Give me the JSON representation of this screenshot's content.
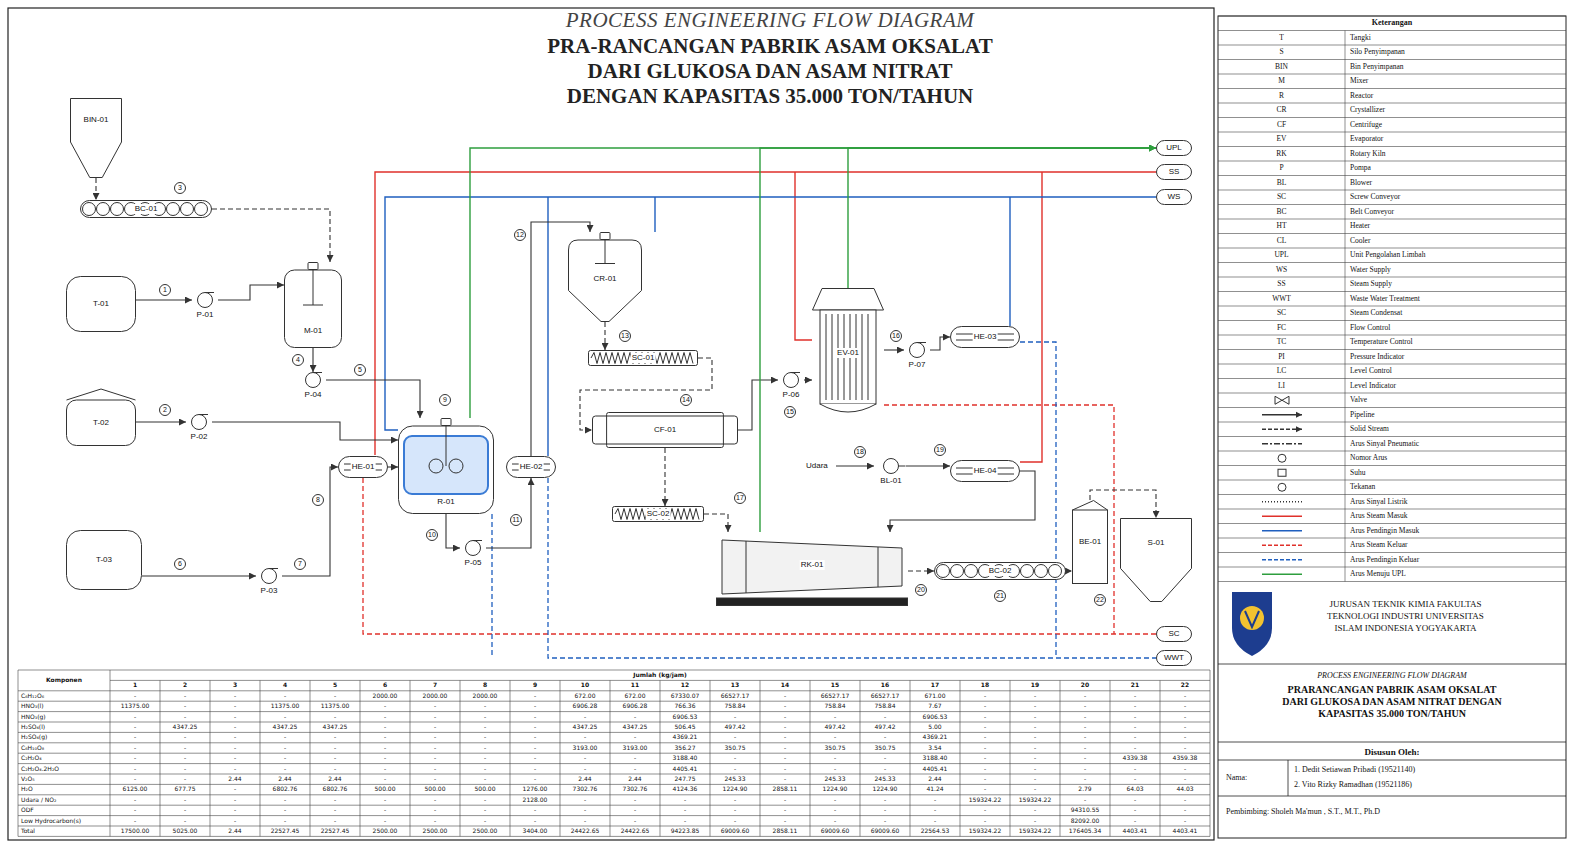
{
  "diagram": {
    "title": "PROCESS ENGINEERING FLOW DIAGRAM",
    "nodes": [
      {
        "text": [
          "BIN-01"
        ]
      },
      {
        "text": [
          "BC-01"
        ]
      },
      {
        "text": [
          "T-01"
        ]
      },
      {
        "text": [
          "T-02"
        ]
      },
      {
        "text": [
          "T-03"
        ]
      },
      {
        "text": [
          "M-01"
        ]
      },
      {
        "text": [
          "P-01"
        ]
      },
      {
        "text": [
          "P-02"
        ]
      },
      {
        "text": [
          "P-03"
        ]
      },
      {
        "text": [
          "P-04"
        ]
      },
      {
        "text": [
          "R-01"
        ]
      },
      {
        "text": [
          "HE-01"
        ]
      },
      {
        "text": [
          "P-05"
        ]
      },
      {
        "text": [
          "HE-02"
        ]
      },
      {
        "text": [
          "CR-01"
        ]
      },
      {
        "text": [
          "SC-01"
        ]
      },
      {
        "text": [
          "CF-01"
        ]
      },
      {
        "text": [
          "SC-02"
        ]
      },
      {
        "text": [
          "P-06"
        ]
      },
      {
        "text": [
          "EV-01"
        ]
      },
      {
        "text": [
          "P-07"
        ]
      },
      {
        "text": [
          "HE-03"
        ]
      },
      {
        "text": [
          "BL-01"
        ]
      },
      {
        "text": [
          "HE-04"
        ]
      },
      {
        "text": [
          "RK-01"
        ]
      },
      {
        "text": [
          "BC-02"
        ]
      },
      {
        "text": [
          "BE-01"
        ]
      },
      {
        "text": [
          "S-01"
        ]
      },
      {
        "text": [
          "UPL"
        ]
      },
      {
        "text": [
          "SS"
        ]
      },
      {
        "text": [
          "WS"
        ]
      },
      {
        "text": [
          "SC"
        ]
      },
      {
        "text": [
          "WWT"
        ]
      }
    ],
    "edges": [
      {
        "from": 0,
        "to": 1,
        "arrow": "to"
      },
      {
        "from": 1,
        "to": 5,
        "arrow": "to"
      },
      {
        "from": 2,
        "to": 6,
        "arrow": "to"
      },
      {
        "from": 6,
        "to": 5,
        "arrow": "to"
      },
      {
        "from": 5,
        "to": 9,
        "arrow": "to"
      },
      {
        "from": 9,
        "to": 10,
        "arrow": "to"
      },
      {
        "from": 3,
        "to": 7,
        "arrow": "to"
      },
      {
        "from": 7,
        "to": 10,
        "arrow": "to"
      },
      {
        "from": 4,
        "to": 8,
        "arrow": "to"
      },
      {
        "from": 8,
        "to": 11,
        "arrow": "to"
      },
      {
        "from": 11,
        "to": 10,
        "arrow": "to"
      },
      {
        "from": 10,
        "to": 12,
        "arrow": "to"
      },
      {
        "from": 12,
        "to": 13,
        "arrow": "to"
      },
      {
        "from": 13,
        "to": 14,
        "arrow": "to"
      },
      {
        "from": 14,
        "to": 15,
        "arrow": "to"
      },
      {
        "from": 15,
        "to": 16,
        "arrow": "to"
      },
      {
        "from": 16,
        "to": 17,
        "arrow": "to"
      },
      {
        "from": 17,
        "to": 24,
        "arrow": "to"
      },
      {
        "from": 16,
        "to": 18,
        "arrow": "to"
      },
      {
        "from": 18,
        "to": 19,
        "arrow": "to"
      },
      {
        "from": 19,
        "to": 20,
        "arrow": "to"
      },
      {
        "from": 20,
        "to": 21,
        "arrow": "to"
      },
      {
        "from": 22,
        "to": 23,
        "arrow": "to"
      },
      {
        "from": 23,
        "to": 24,
        "arrow": "to"
      },
      {
        "from": 24,
        "to": 25,
        "arrow": "to"
      },
      {
        "from": 25,
        "to": 26,
        "arrow": "to"
      },
      {
        "from": 26,
        "to": 27,
        "arrow": "to"
      },
      {
        "from": 19,
        "to": 28,
        "arrow": "to"
      },
      {
        "from": 24,
        "to": 28,
        "arrow": "to"
      },
      {
        "from": 10,
        "to": 28,
        "arrow": "to"
      }
    ],
    "labels": [
      "PRA-RANCANGAN PABRIK ASAM OKSALAT",
      "DARI GLUKOSA DAN ASAM NITRAT",
      "DENGAN KAPASITAS 35.000 TON/TAHUN",
      "Udara",
      "1",
      "2",
      "3",
      "4",
      "5",
      "6",
      "7",
      "8",
      "9",
      "10",
      "11",
      "12",
      "13",
      "14",
      "15",
      "16",
      "17",
      "18",
      "19",
      "20",
      "21",
      "22",
      "Keterangan",
      "T",
      "S",
      "BIN",
      "M",
      "R",
      "CR",
      "CF",
      "EV",
      "RK",
      "P",
      "BL",
      "SC",
      "BC",
      "HT",
      "CL",
      "UPL",
      "WS",
      "SS",
      "WWT",
      "SC",
      "FC",
      "TC",
      "PI",
      "LC",
      "LI",
      "JURUSAN TEKNIK KIMIA FAKULTAS TEKNOLOGI INDUSTRI UNIVERSITAS ISLAM INDONESIA YOGYAKARTA",
      "PROCESS ENGINEERING FLOW DIAGRAM",
      "PRARANCANGAN PABRIK ASAM OKSALAT DARI GLUKOSA DAN ASAM NITRAT DENGAN KAPASITAS 35.000 TON/TAHUN",
      "Disusun Oleh:",
      "Nama:",
      "1. Dedit Setiawan Pribadi (19521140)",
      "2. Vito Rizky Ramadhan (19521186)",
      "Pembimbing: Sholeh Ma'mun , S.T., M.T., Ph.D",
      "Komponen",
      "Jumlah (kg/jam)",
      "1",
      "2",
      "3",
      "4",
      "5",
      "6",
      "7",
      "8",
      "9",
      "10",
      "11",
      "12",
      "13",
      "14",
      "15",
      "16",
      "17",
      "18",
      "19",
      "20",
      "21",
      "22",
      "C₆H₁₂O₆",
      "-",
      "-",
      "-",
      "-",
      "-",
      "2000.00",
      "2000.00",
      "2000.00",
      "-",
      "672.00",
      "672.00",
      "67330.07",
      "66527.17",
      "-",
      "66527.17",
      "66527.17",
      "671.00",
      "-",
      "-",
      "-",
      "-",
      "-",
      "HNO₃(l)",
      "11375.00",
      "-",
      "-",
      "11375.00",
      "11375.00",
      "-",
      "-",
      "-",
      "-",
      "6906.28",
      "6906.28",
      "766.36",
      "758.84",
      "-",
      "758.84",
      "758.84",
      "7.67",
      "-",
      "-",
      "-",
      "-",
      "-",
      "HNO₃(g)",
      "-",
      "-",
      "-",
      "-",
      "-",
      "-",
      "-",
      "-",
      "-",
      "-",
      "-",
      "6906.53",
      "-",
      "-",
      "-",
      "-",
      "6906.53",
      "-",
      "-",
      "-",
      "-",
      "-",
      "H₂SO₄(l)",
      "-",
      "4347.25",
      "-",
      "4347.25",
      "4347.25",
      "-",
      "-",
      "-",
      "-",
      "4347.25",
      "4347.25",
      "506.45",
      "497.42",
      "-",
      "497.42",
      "497.42",
      "5.00",
      "-",
      "-",
      "-",
      "-",
      "-",
      "H₂SO₄(g)",
      "-",
      "-",
      "-",
      "-",
      "-",
      "-",
      "-",
      "-",
      "-",
      "-",
      "-",
      "4369.21",
      "-",
      "-",
      "-",
      "-",
      "4369.21",
      "-",
      "-",
      "-",
      "-",
      "-",
      "C₆H₁₀O₈",
      "-",
      "-",
      "-",
      "-",
      "-",
      "-",
      "-",
      "-",
      "-",
      "3193.00",
      "3193.00",
      "356.27",
      "350.75",
      "-",
      "350.75",
      "350.75",
      "3.54",
      "-",
      "-",
      "-",
      "-",
      "-",
      "C₂H₂O₄",
      "-",
      "-",
      "-",
      "-",
      "-",
      "-",
      "-",
      "-",
      "-",
      "-",
      "-",
      "3188.40",
      "-",
      "-",
      "-",
      "-",
      "3188.40",
      "-",
      "-",
      "-",
      "4339.38",
      "4359.38",
      "C₂H₂O₄.2H₂O",
      "-",
      "-",
      "-",
      "-",
      "-",
      "-",
      "-",
      "-",
      "-",
      "-",
      "-",
      "4405.41",
      "-",
      "-",
      "-",
      "-",
      "4405.41",
      "-",
      "-",
      "-",
      "-",
      "-",
      "V₂O₅",
      "-",
      "-",
      "2.44",
      "2.44",
      "2.44",
      "-",
      "-",
      "-",
      "-",
      "2.44",
      "2.44",
      "247.75",
      "245.33",
      "-",
      "245.33",
      "245.33",
      "2.44",
      "-",
      "-",
      "-",
      "-",
      "-",
      "H₂O",
      "6125.00",
      "677.75",
      "-",
      "6802.76",
      "6802.76",
      "500.00",
      "500.00",
      "500.00",
      "1276.00",
      "7302.76",
      "7302.76",
      "4124.36",
      "1224.90",
      "2858.11",
      "1224.90",
      "1224.90",
      "41.24",
      "-",
      "-",
      "2.79",
      "64.03",
      "44.03",
      "Udara / NO₂",
      "-",
      "-",
      "-",
      "-",
      "-",
      "-",
      "-",
      "-",
      "2128.00",
      "-",
      "-",
      "-",
      "-",
      "-",
      "-",
      "-",
      "-",
      "159324.22",
      "159324.22",
      "-",
      "-",
      "-",
      "ODF",
      "-",
      "-",
      "-",
      "-",
      "-",
      "-",
      "-",
      "-",
      "-",
      "-",
      "-",
      "-",
      "-",
      "-",
      "-",
      "-",
      "-",
      "-",
      "-",
      "94310.55",
      "-",
      "-",
      "Low Hydrocarbon(s)",
      "-",
      "-",
      "-",
      "-",
      "-",
      "-",
      "-",
      "-",
      "-",
      "-",
      "-",
      "-",
      "-",
      "-",
      "-",
      "-",
      "-",
      "-",
      "-",
      "82092.00",
      "-",
      "-",
      "Total",
      "17500.00",
      "5025.00",
      "2.44",
      "22527.45",
      "22527.45",
      "2500.00",
      "2500.00",
      "2500.00",
      "3404.00",
      "24422.65",
      "24422.65",
      "94223.85",
      "69009.60",
      "2858.11",
      "69009.60",
      "69009.60",
      "22564.53",
      "159324.22",
      "159324.22",
      "176405.34",
      "4403.41",
      "4403.41"
    ],
    "legend": [
      {
        "text": "Tangki"
      },
      {
        "text": "Silo Penyimpanan"
      },
      {
        "text": "Bin Penyimpanan"
      },
      {
        "text": "Mixer"
      },
      {
        "text": "Reactor"
      },
      {
        "text": "Crystallizer"
      },
      {
        "text": "Centrifuge"
      },
      {
        "text": "Evaporator"
      },
      {
        "text": "Rotary Kiln"
      },
      {
        "text": "Pompa"
      },
      {
        "text": "Blower"
      },
      {
        "text": "Screw Conveyor"
      },
      {
        "text": "Belt Conveyor"
      },
      {
        "text": "Heater"
      },
      {
        "text": "Cooler"
      },
      {
        "text": "Unit Pengolahan Limbah"
      },
      {
        "text": "Water Supply"
      },
      {
        "text": "Steam Supply"
      },
      {
        "text": "Waste Water Treatment"
      },
      {
        "text": "Steam Condensat"
      },
      {
        "text": "Flow Control"
      },
      {
        "text": "Temperature Control"
      },
      {
        "text": "Pressure Indicator"
      },
      {
        "text": "Level Control"
      },
      {
        "text": "Level Indicator"
      },
      {
        "text": "Valve"
      },
      {
        "text": "Pipeline"
      },
      {
        "text": "Solid Stream"
      },
      {
        "text": "Arus Sinyal Pneumatic"
      },
      {
        "text": "Nomor Arus"
      },
      {
        "text": "Suhu"
      },
      {
        "text": "Tekanan"
      },
      {
        "text": "Arus Sinyal Listrik"
      },
      {
        "text": "Arus Steam Masuk"
      },
      {
        "text": "Arus Pendingin Masuk"
      },
      {
        "text": "Arus Steam Keluar"
      },
      {
        "text": "Arus Pendingin Keluar"
      },
      {
        "text": "Arus Menuju UPL"
      }
    ]
  }
}
